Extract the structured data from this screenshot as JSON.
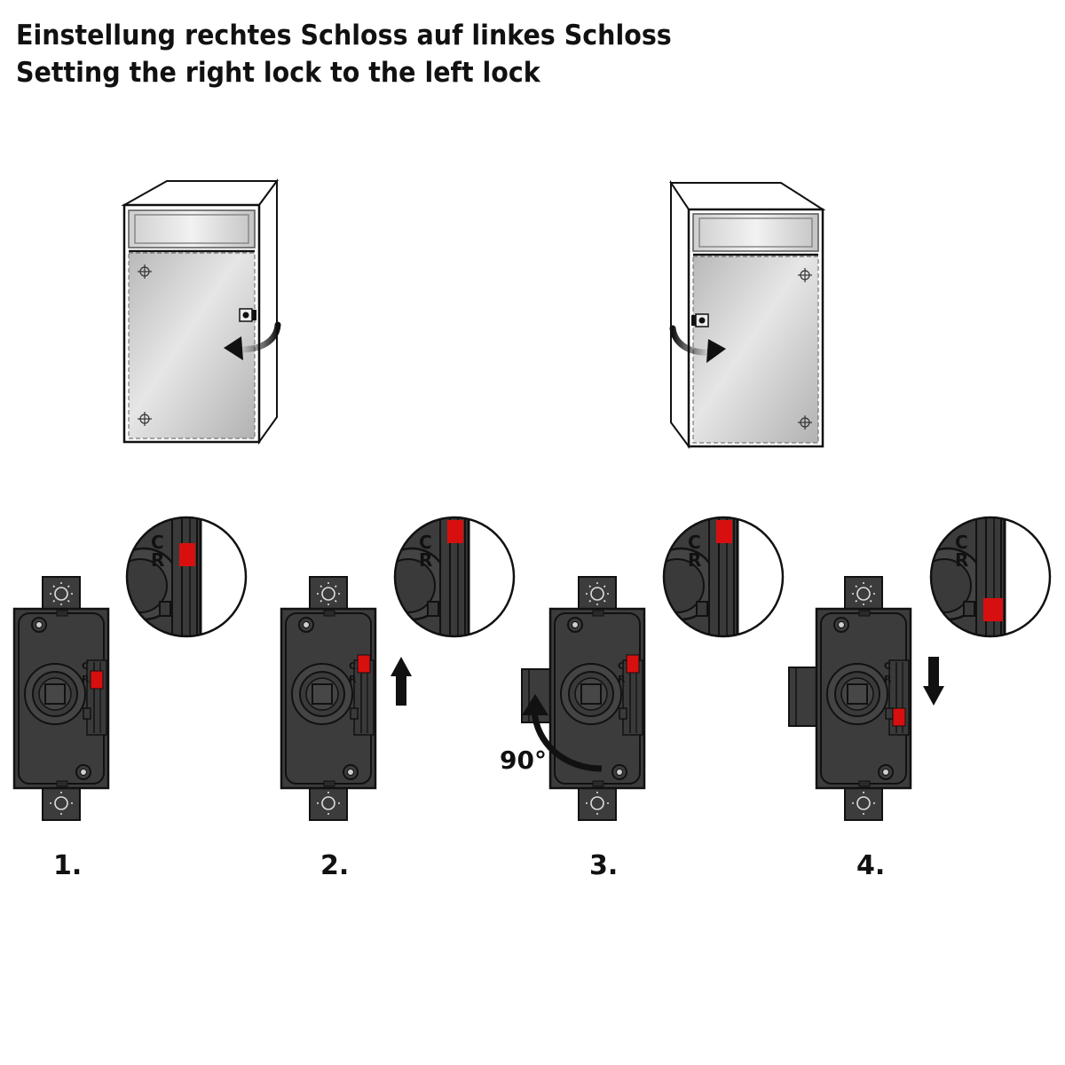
{
  "title_de": "Einstellung rechtes Schloss auf linkes Schloss",
  "title_en": "Setting the right lock to the left lock",
  "steps": [
    "1.",
    "2.",
    "3.",
    "4."
  ],
  "rotation_label": "90°",
  "lock_marks": {
    "c": "C",
    "r": "R"
  },
  "colors": {
    "lock_body": "#3c3c3c",
    "indicator": "#d80f0f",
    "door": "#c8c8c8",
    "outline": "#1a1a1a"
  }
}
